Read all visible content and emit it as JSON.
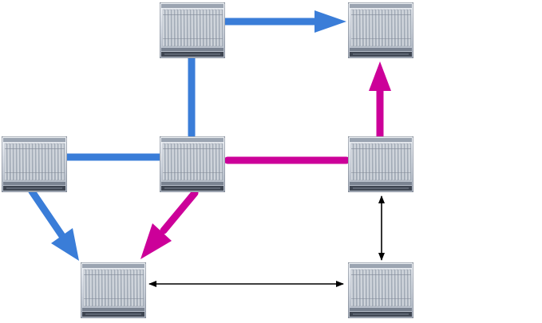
{
  "colors": {
    "background": "#ffffff",
    "blue_path": "#3a7dd8",
    "magenta_path": "#cc0099",
    "link": "#000000",
    "device_body": "#d6dbe3",
    "device_dark": "#5a6270"
  },
  "nodes": [
    {
      "id": "top-middle",
      "icon": "network-chassis-icon"
    },
    {
      "id": "top-right",
      "icon": "network-chassis-icon"
    },
    {
      "id": "mid-left",
      "icon": "network-chassis-icon"
    },
    {
      "id": "center",
      "icon": "network-chassis-icon"
    },
    {
      "id": "mid-right",
      "icon": "network-chassis-icon"
    },
    {
      "id": "bottom-left",
      "icon": "network-chassis-icon"
    },
    {
      "id": "bottom-right",
      "icon": "network-chassis-icon"
    }
  ],
  "paths": [
    {
      "id": "blue",
      "color": "blue_path",
      "hops": [
        "mid-left",
        "center",
        "top-middle",
        "top-right"
      ],
      "arrow_end": true
    },
    {
      "id": "blue-down",
      "color": "blue_path",
      "hops": [
        "mid-left",
        "bottom-left"
      ],
      "arrow_end": true
    },
    {
      "id": "magenta",
      "color": "magenta_path",
      "hops": [
        "center",
        "mid-right",
        "top-right"
      ],
      "arrow_end": true
    },
    {
      "id": "magenta-down",
      "color": "magenta_path",
      "hops": [
        "center",
        "bottom-left"
      ],
      "arrow_end": true
    }
  ],
  "links": [
    {
      "id": "bottom-horizontal",
      "from": "bottom-left",
      "to": "bottom-right",
      "bidirectional": true
    },
    {
      "id": "right-vertical",
      "from": "mid-right",
      "to": "bottom-right",
      "bidirectional": true
    }
  ]
}
